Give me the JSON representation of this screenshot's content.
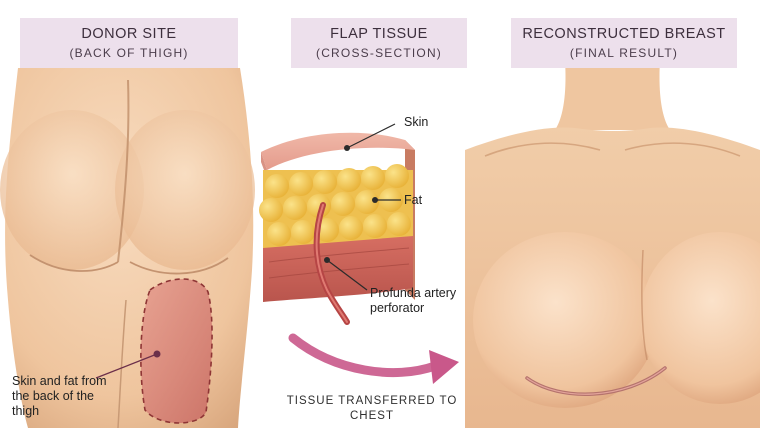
{
  "panels": {
    "donor": {
      "title": "DONOR SITE",
      "subtitle": "(BACK OF THIGH)",
      "annotation": "Skin and fat from the back of the thigh"
    },
    "flap": {
      "title": "FLAP TISSUE",
      "subtitle": "(CROSS-SECTION)",
      "labels": {
        "skin": "Skin",
        "fat": "Fat",
        "artery": "Profunda artery perforator"
      }
    },
    "result": {
      "title": "RECONSTRUCTED BREAST",
      "subtitle": "(FINAL RESULT)"
    }
  },
  "transfer_caption": "TISSUE TRANSFERRED TO CHEST",
  "colors": {
    "header_bg": "#ede0ec",
    "skin_tone": "#f2cda8",
    "flap_region": "#d97f78",
    "fat_yellow": "#f3c74c",
    "arrow": "#c9588a",
    "artery": "#b64545"
  }
}
